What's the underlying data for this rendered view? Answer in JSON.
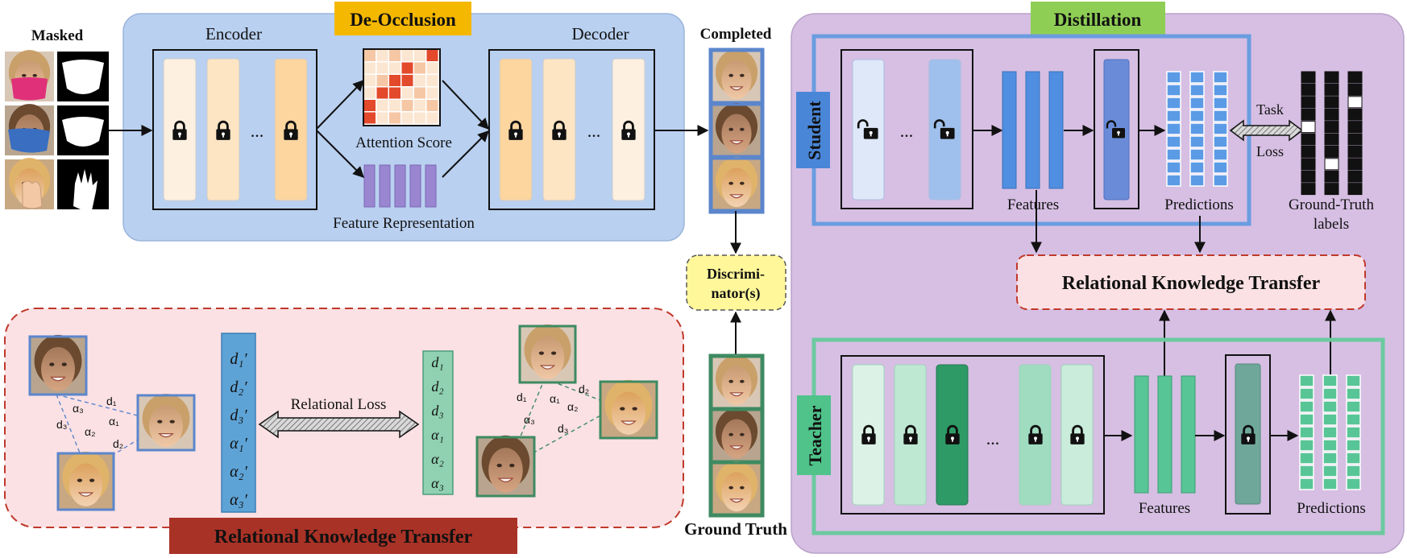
{
  "titles": {
    "deocclusion": "De-Occlusion",
    "distillation": "Distillation",
    "rkt_bottom": "Relational Knowledge Transfer",
    "rkt_right": "Relational Knowledge Transfer"
  },
  "labels": {
    "masked": "Masked",
    "encoder": "Encoder",
    "decoder": "Decoder",
    "attention_score": "Attention Score",
    "feature_representation": "Feature Representation",
    "completed": "Completed",
    "discriminator_line1": "Discrimi-",
    "discriminator_line2": "nator(s)",
    "ground_truth": "Ground Truth",
    "student": "Student",
    "teacher": "Teacher",
    "features_student": "Features",
    "features_teacher": "Features",
    "predictions_student": "Predictions",
    "predictions_teacher": "Predictions",
    "task": "Task",
    "loss": "Loss",
    "gt_labels_line1": "Ground-Truth",
    "gt_labels_line2": "labels",
    "relational_loss": "Relational Loss",
    "ellipsis": "..."
  },
  "vectors": {
    "student": [
      "d₁′",
      "d₂′",
      "d₃′",
      "α₁′",
      "α₂′",
      "α₃′"
    ],
    "teacher": [
      "d₁",
      "d₂",
      "d₃",
      "α₁",
      "α₂",
      "α₃"
    ]
  },
  "triangle_labels": {
    "d1": "d₁",
    "d2": "d₂",
    "d3": "d₃",
    "a1": "α₁",
    "a2": "α₂",
    "a3": "α₃"
  },
  "colors": {
    "deocclusion_bg": "#b9d0f0",
    "deocclusion_tag": "#f5b800",
    "distillation_bg": "#d6bfe3",
    "distillation_tag": "#8fce55",
    "student_border": "#6a9de0",
    "teacher_border": "#6ccaa0",
    "rkt_bg": "#fbe1e4",
    "rkt_border": "#c0392b",
    "rkt_tag": "#a93226",
    "discriminator_bg": "#fff79a",
    "student_tag": "#4a86d8",
    "teacher_tag": "#4fc38a",
    "attention_hot": "#e3492b"
  },
  "icons": {
    "lock": "padlock-locked-icon",
    "unlock": "padlock-unlocked-icon",
    "arrow": "arrow-icon",
    "double_arrow": "double-arrow-icon"
  }
}
